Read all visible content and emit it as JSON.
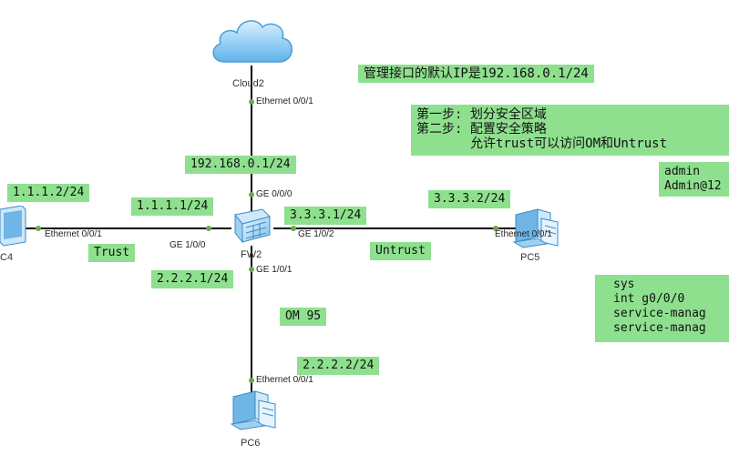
{
  "devices": {
    "cloud": "Cloud2",
    "firewall": "FW2",
    "pc4": "C4",
    "pc5": "PC5",
    "pc6": "PC6"
  },
  "interfaces": {
    "cloud_eth": "Ethernet 0/0/1",
    "fw_ge000": "GE 0/0/0",
    "pc4_eth": "Ethernet 0/0/1",
    "fw_ge100": "GE 1/0/0",
    "fw_ge102": "GE 1/0/2",
    "pc5_eth": "Ethernet 0/0/1",
    "fw_ge101": "GE 1/0/1",
    "pc6_eth": "Ethernet 0/0/1"
  },
  "labels": {
    "mgmt_ip": "192.168.0.1/24",
    "pc4_ip": "1.1.1.2/24",
    "fw_trust_ip": "1.1.1.1/24",
    "trust_zone": "Trust",
    "fw_untrust_ip": "3.3.3.1/24",
    "pc5_ip": "3.3.3.2/24",
    "untrust_zone": "Untrust",
    "fw_om_ip": "2.2.2.1/24",
    "om_zone": "OM 95",
    "pc6_ip": "2.2.2.2/24"
  },
  "notes": {
    "default_ip": "管理接口的默认IP是192.168.0.1/24",
    "steps": [
      "第一步: 划分安全区域",
      "第二步: 配置安全策略",
      "       允许trust可以访问OM和Untrust"
    ],
    "credentials": [
      "admin",
      "Admin@12"
    ],
    "commands": [
      "sys",
      "int g0/0/0",
      "service-manag",
      "service-manag"
    ]
  },
  "colors": {
    "label_bg": "#8ee08e",
    "port_dot": "#6aa84f",
    "link": "#000000"
  },
  "icons": {
    "cloud": "cloud-icon",
    "firewall": "firewall-icon",
    "pc": "pc-icon"
  }
}
